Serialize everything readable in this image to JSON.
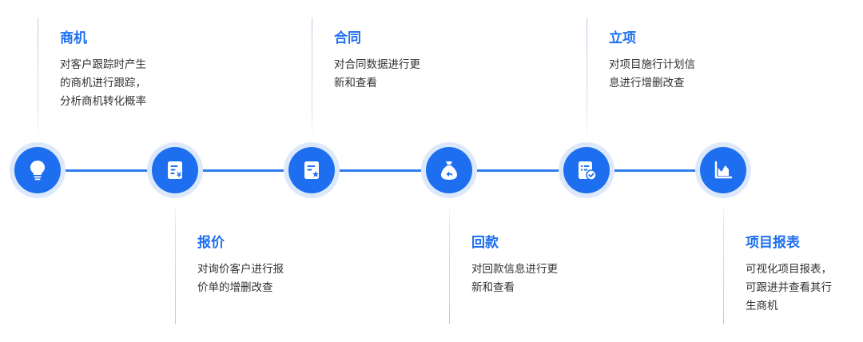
{
  "steps": [
    {
      "title": "商机",
      "desc": "对客户跟踪时产生\n的商机进行跟踪，\n分析商机转化概率",
      "icon": "lightbulb-icon"
    },
    {
      "title": "报价",
      "desc": "对询价客户进行报\n价单的增删改查",
      "icon": "quote-document-icon"
    },
    {
      "title": "合同",
      "desc": "对合同数据进行更\n新和查看",
      "icon": "contract-document-icon"
    },
    {
      "title": "回款",
      "desc": "对回款信息进行更\n新和查看",
      "icon": "money-bag-icon"
    },
    {
      "title": "立项",
      "desc": "对项目施行计划信\n息进行增删改查",
      "icon": "checklist-icon"
    },
    {
      "title": "项目报表",
      "desc": "可视化项目报表，\n可跟进并查看其行\n生商机",
      "icon": "chart-icon"
    }
  ],
  "colors": {
    "primary": "#1e6ff0",
    "halo": "#dde9fb",
    "line": "#2f7cf0"
  }
}
